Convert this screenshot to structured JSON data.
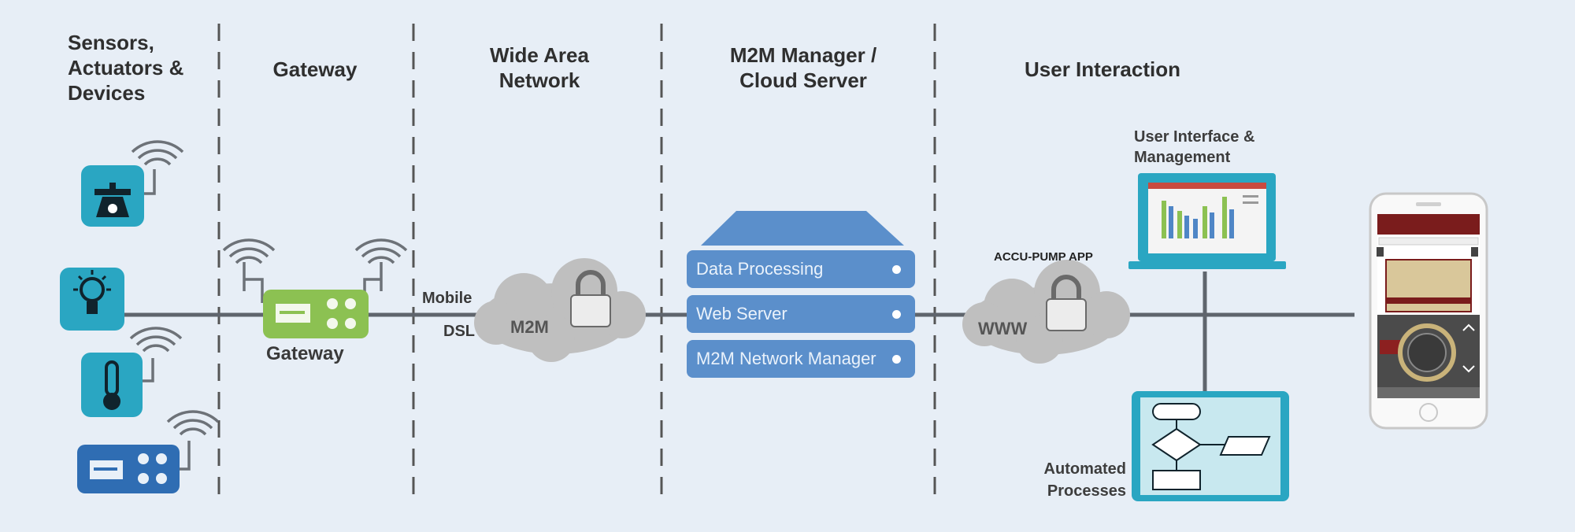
{
  "columns": {
    "devices": [
      "Sensors,",
      "Actuators &",
      "Devices"
    ],
    "gateway": [
      "Gateway"
    ],
    "wan": [
      "Wide Area",
      "Network"
    ],
    "manager": [
      "M2M Manager /",
      "Cloud Server"
    ],
    "user": [
      "User Interaction"
    ]
  },
  "labels": {
    "gateway_device": "Gateway",
    "mobile": "Mobile",
    "dsl": "DSL",
    "cloud_m2m": "M2M",
    "cloud_www": "WWW",
    "app": "ACCU-PUMP APP",
    "ui_mgmt": [
      "User Interface &",
      "Management"
    ],
    "automated": [
      "Automated",
      "Processes"
    ]
  },
  "server_layers": [
    "Data Processing",
    "Web Server",
    "M2M Network Manager"
  ],
  "colors": {
    "teal": "#2aa6c2",
    "navy": "#2f6db3",
    "green": "#8cc152",
    "cloud": "#bfbfbf",
    "server": "#5b8fcb",
    "line": "#5f656d"
  },
  "icons": [
    "scale-icon",
    "lightbulb-icon",
    "thermometer-icon",
    "controller-icon",
    "wifi-icon",
    "lock-icon",
    "laptop-icon",
    "flowchart-icon",
    "smartphone-icon"
  ]
}
